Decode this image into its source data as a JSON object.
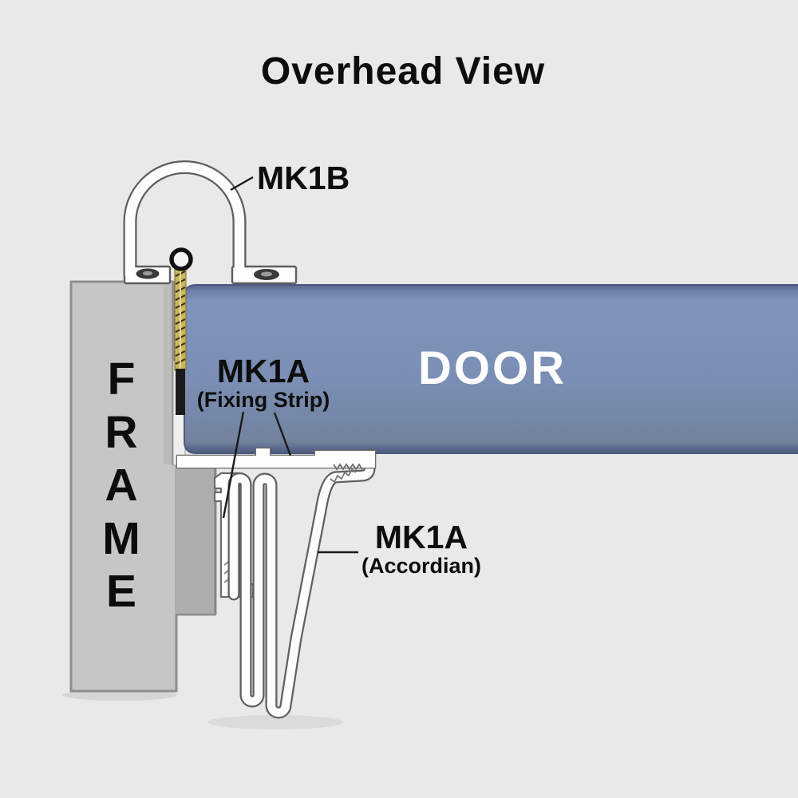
{
  "title": "Overhead View",
  "parts": {
    "frame": {
      "label": "FRAME",
      "letters": [
        "F",
        "R",
        "A",
        "M",
        "E"
      ]
    },
    "door": {
      "label": "DOOR"
    }
  },
  "callouts": {
    "mk1b": {
      "label": "MK1B"
    },
    "mk1a_fixing": {
      "label": "MK1A",
      "sublabel": "(Fixing Strip)"
    },
    "mk1a_accordian": {
      "label": "MK1A",
      "sublabel": "(Accordian)"
    }
  },
  "colors": {
    "background": "#e9e9e7",
    "frame_fill": "#c6c6c5",
    "door_fill": "#7c90b6",
    "seal_fill": "#ffffff",
    "outline": "#5e5e5e",
    "hinge_brass": "#c9b55e",
    "label_text": "#0d0d0d",
    "door_text": "#ffffff"
  }
}
